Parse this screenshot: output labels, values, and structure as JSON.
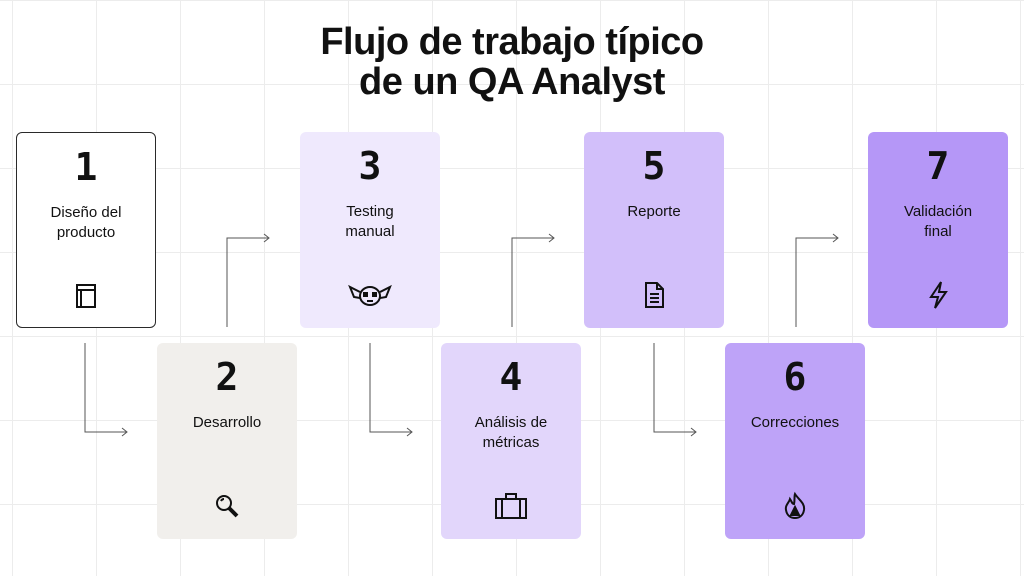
{
  "title": {
    "line1": "Flujo de trabajo típico",
    "line2": "de un QA Analyst"
  },
  "steps": [
    {
      "number": "1",
      "label_line1": "Diseño del",
      "label_line2": "producto",
      "icon": "book-icon",
      "color": "#ffffff"
    },
    {
      "number": "2",
      "label_line1": "Desarrollo",
      "label_line2": "",
      "icon": "magnifier-icon",
      "color": "#f1efec"
    },
    {
      "number": "3",
      "label_line1": "Testing",
      "label_line2": "manual",
      "icon": "alien-face-icon",
      "color": "#efe9fd"
    },
    {
      "number": "4",
      "label_line1": "Análisis de",
      "label_line2": "métricas",
      "icon": "briefcase-icon",
      "color": "#e2d6fb"
    },
    {
      "number": "5",
      "label_line1": "Reporte",
      "label_line2": "",
      "icon": "document-icon",
      "color": "#d2bffa"
    },
    {
      "number": "6",
      "label_line1": "Correcciones",
      "label_line2": "",
      "icon": "fire-icon",
      "color": "#bea3f8"
    },
    {
      "number": "7",
      "label_line1": "Validación",
      "label_line2": "final",
      "icon": "lightning-icon",
      "color": "#b597f7"
    }
  ]
}
